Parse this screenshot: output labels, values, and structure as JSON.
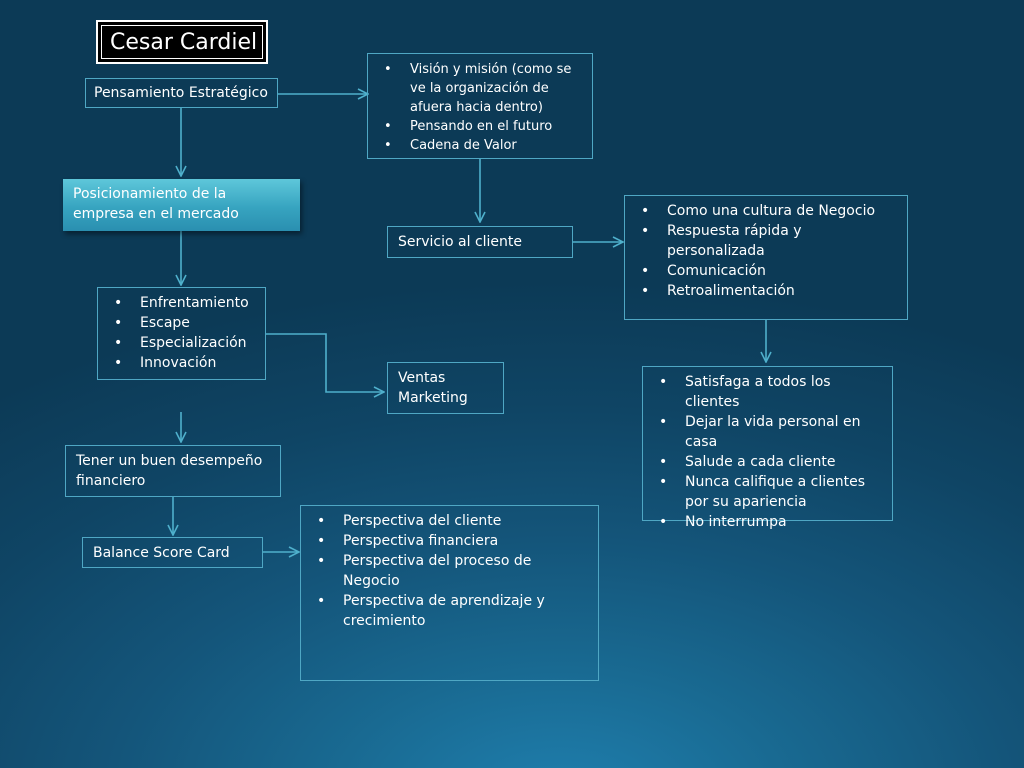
{
  "title": "Cesar Cardiel",
  "nodes": {
    "pensamiento": "Pensamiento Estratégico",
    "vision": [
      "Visión y misión (como se ve la organización de afuera hacia dentro)",
      "Pensando en el futuro",
      "Cadena de Valor"
    ],
    "posicionamiento": "Posicionamiento de la empresa en el mercado",
    "servicio": "Servicio al cliente",
    "cultura": [
      "Como una cultura de Negocio",
      "Respuesta rápida y personalizada",
      "Comunicación",
      "Retroalimentación"
    ],
    "estrategias": [
      "Enfrentamiento",
      "Escape",
      "Especialización",
      "Innovación"
    ],
    "ventas": [
      "Ventas",
      "Marketing"
    ],
    "satisfaga": [
      "Satisfaga a todos los clientes",
      "Dejar la vida personal en casa",
      "Salude a cada cliente",
      "Nunca califique  a clientes por su apariencia",
      "No interrumpa"
    ],
    "desempeno": "Tener un buen desempeño financiero",
    "balance": "Balance Score Card",
    "perspectivas": [
      "Perspectiva del cliente",
      "Perspectiva financiera",
      "Perspectiva del proceso de Negocio",
      "Perspectiva de aprendizaje y crecimiento"
    ]
  },
  "colors": {
    "connector": "#4fb0cc",
    "node_border": "#4fa7c4",
    "highlight_fill": "#3aa8c4"
  }
}
